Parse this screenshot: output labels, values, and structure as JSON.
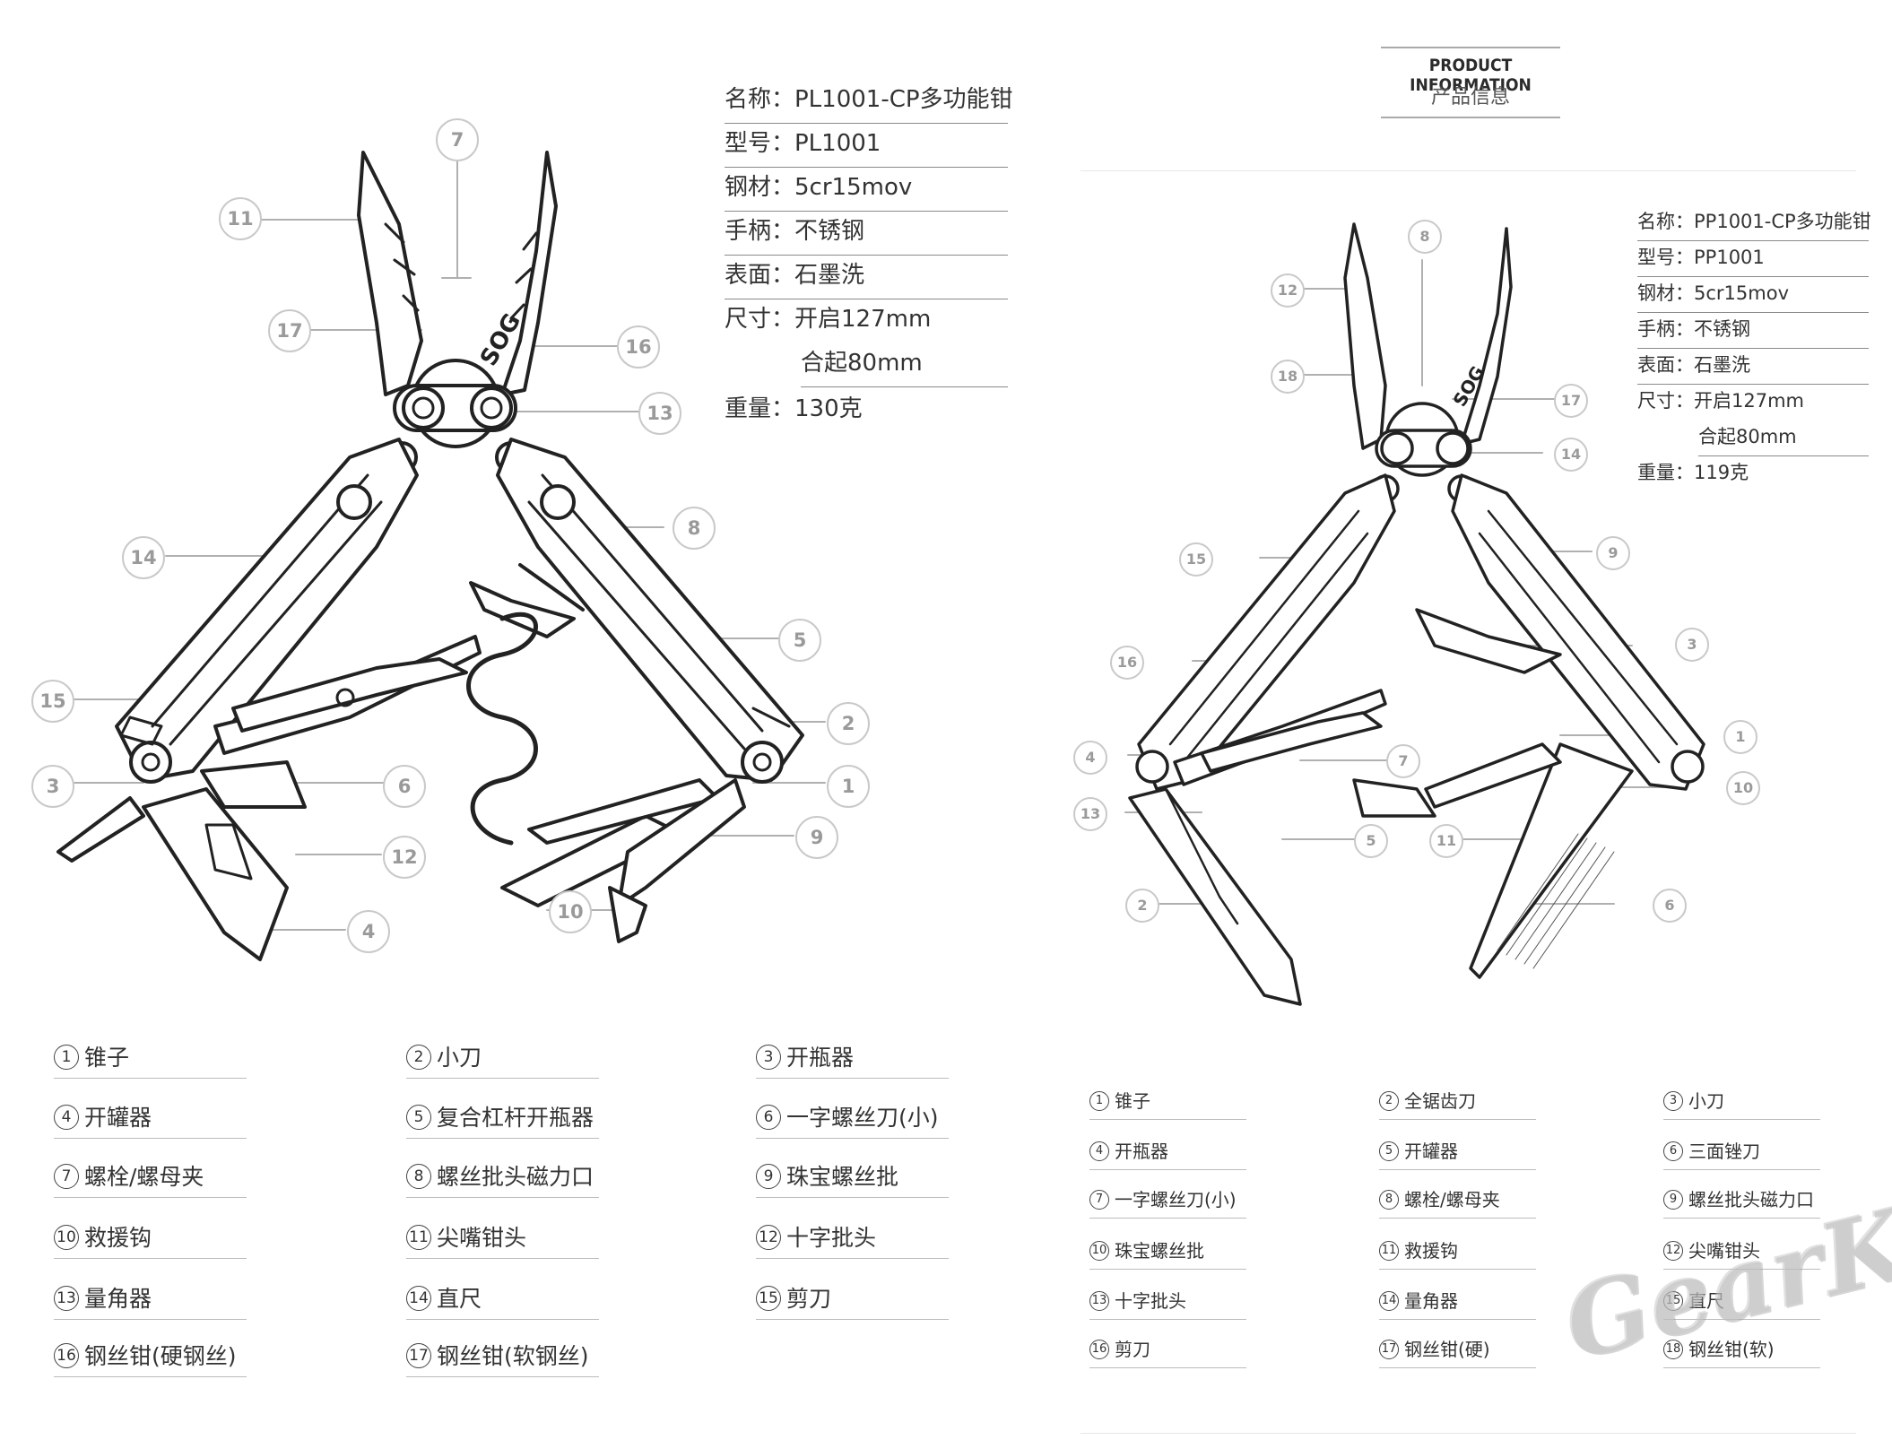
{
  "product_header": {
    "title_en": "PRODUCT INFORMATION",
    "title_zh": "产品信息"
  },
  "left": {
    "specs": [
      "名称：PL1001-CP多功能钳",
      "型号：PL1001",
      "钢材：5cr15mov",
      "手柄：不锈钢",
      "表面：石墨洗",
      "尺寸：开启127mm",
      "合起80mm",
      "重量：130克"
    ],
    "callouts": [
      "1",
      "2",
      "3",
      "4",
      "5",
      "6",
      "7",
      "8",
      "9",
      "10",
      "11",
      "12",
      "13",
      "14",
      "15",
      "16",
      "17"
    ],
    "logo": "SOG",
    "parts": [
      {
        "num": "1",
        "label": "锥子"
      },
      {
        "num": "2",
        "label": "小刀"
      },
      {
        "num": "3",
        "label": "开瓶器"
      },
      {
        "num": "4",
        "label": "开罐器"
      },
      {
        "num": "5",
        "label": "复合杠杆开瓶器"
      },
      {
        "num": "6",
        "label": "一字螺丝刀(小)"
      },
      {
        "num": "7",
        "label": "螺栓/螺母夹"
      },
      {
        "num": "8",
        "label": "螺丝批头磁力口"
      },
      {
        "num": "9",
        "label": "珠宝螺丝批"
      },
      {
        "num": "10",
        "label": "救援钩"
      },
      {
        "num": "11",
        "label": "尖嘴钳头"
      },
      {
        "num": "12",
        "label": "十字批头"
      },
      {
        "num": "13",
        "label": "量角器"
      },
      {
        "num": "14",
        "label": "直尺"
      },
      {
        "num": "15",
        "label": "剪刀"
      },
      {
        "num": "16",
        "label": "钢丝钳(硬钢丝)"
      },
      {
        "num": "17",
        "label": "钢丝钳(软钢丝)"
      }
    ]
  },
  "right": {
    "specs": [
      "名称：PP1001-CP多功能钳",
      "型号：PP1001",
      "钢材：5cr15mov",
      "手柄：不锈钢",
      "表面：石墨洗",
      "尺寸：开启127mm",
      "合起80mm",
      "重量：119克"
    ],
    "callouts": [
      "1",
      "2",
      "3",
      "4",
      "5",
      "6",
      "7",
      "8",
      "9",
      "10",
      "11",
      "12",
      "13",
      "14",
      "15",
      "16",
      "17",
      "18"
    ],
    "logo": "SOG",
    "parts": [
      {
        "num": "1",
        "label": "锥子"
      },
      {
        "num": "2",
        "label": "全锯齿刀"
      },
      {
        "num": "3",
        "label": "小刀"
      },
      {
        "num": "4",
        "label": "开瓶器"
      },
      {
        "num": "5",
        "label": "开罐器"
      },
      {
        "num": "6",
        "label": "三面锉刀"
      },
      {
        "num": "7",
        "label": "一字螺丝刀(小)"
      },
      {
        "num": "8",
        "label": "螺栓/螺母夹"
      },
      {
        "num": "9",
        "label": "螺丝批头磁力口"
      },
      {
        "num": "10",
        "label": "珠宝螺丝批"
      },
      {
        "num": "11",
        "label": "救援钩"
      },
      {
        "num": "12",
        "label": "尖嘴钳头"
      },
      {
        "num": "13",
        "label": "十字批头"
      },
      {
        "num": "14",
        "label": "量角器"
      },
      {
        "num": "15",
        "label": "直尺"
      },
      {
        "num": "16",
        "label": "剪刀"
      },
      {
        "num": "17",
        "label": "钢丝钳(硬)"
      },
      {
        "num": "18",
        "label": "钢丝钳(软)"
      }
    ]
  },
  "watermark": "GearKr"
}
